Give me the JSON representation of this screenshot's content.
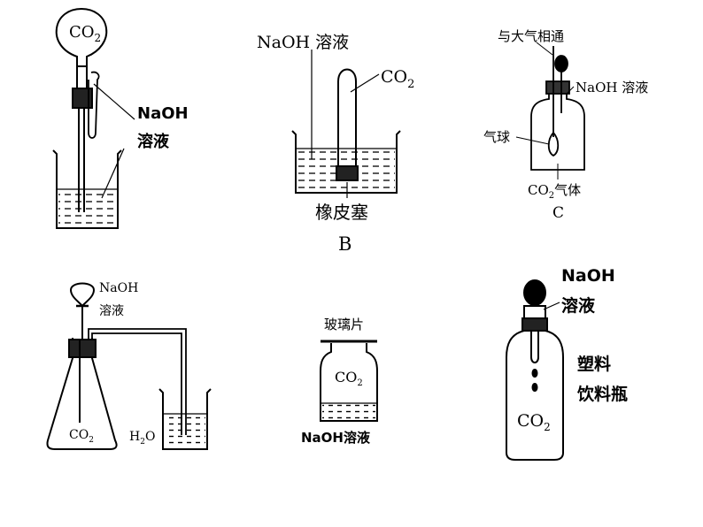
{
  "diagrams": {
    "a": {
      "gas": "CO",
      "gas_sub": "2",
      "solution_line1": "NaOH",
      "solution_line2": "溶液"
    },
    "b": {
      "solution": "NaOH 溶液",
      "gas": "CO",
      "gas_sub": "2",
      "stopper": "橡皮塞",
      "letter": "B"
    },
    "c": {
      "vent": "与大气相通",
      "solution": "NaOH 溶液",
      "balloon": "气球",
      "gas": "CO",
      "gas_sub": "2",
      "gas_suffix": "气体",
      "letter": "C"
    },
    "d": {
      "solution_line1": "NaOH",
      "solution_line2": "溶液",
      "gas": "CO",
      "gas_sub": "2",
      "water": "H",
      "water_sub": "2",
      "water_suffix": "O"
    },
    "e": {
      "glass": "玻璃片",
      "gas": "CO",
      "gas_sub": "2",
      "solution": "NaOH溶液"
    },
    "f": {
      "solution_line1": "NaOH",
      "solution_line2": "溶液",
      "bottle_line1": "塑料",
      "bottle_line2": "饮料瓶",
      "gas": "CO",
      "gas_sub": "2"
    }
  }
}
